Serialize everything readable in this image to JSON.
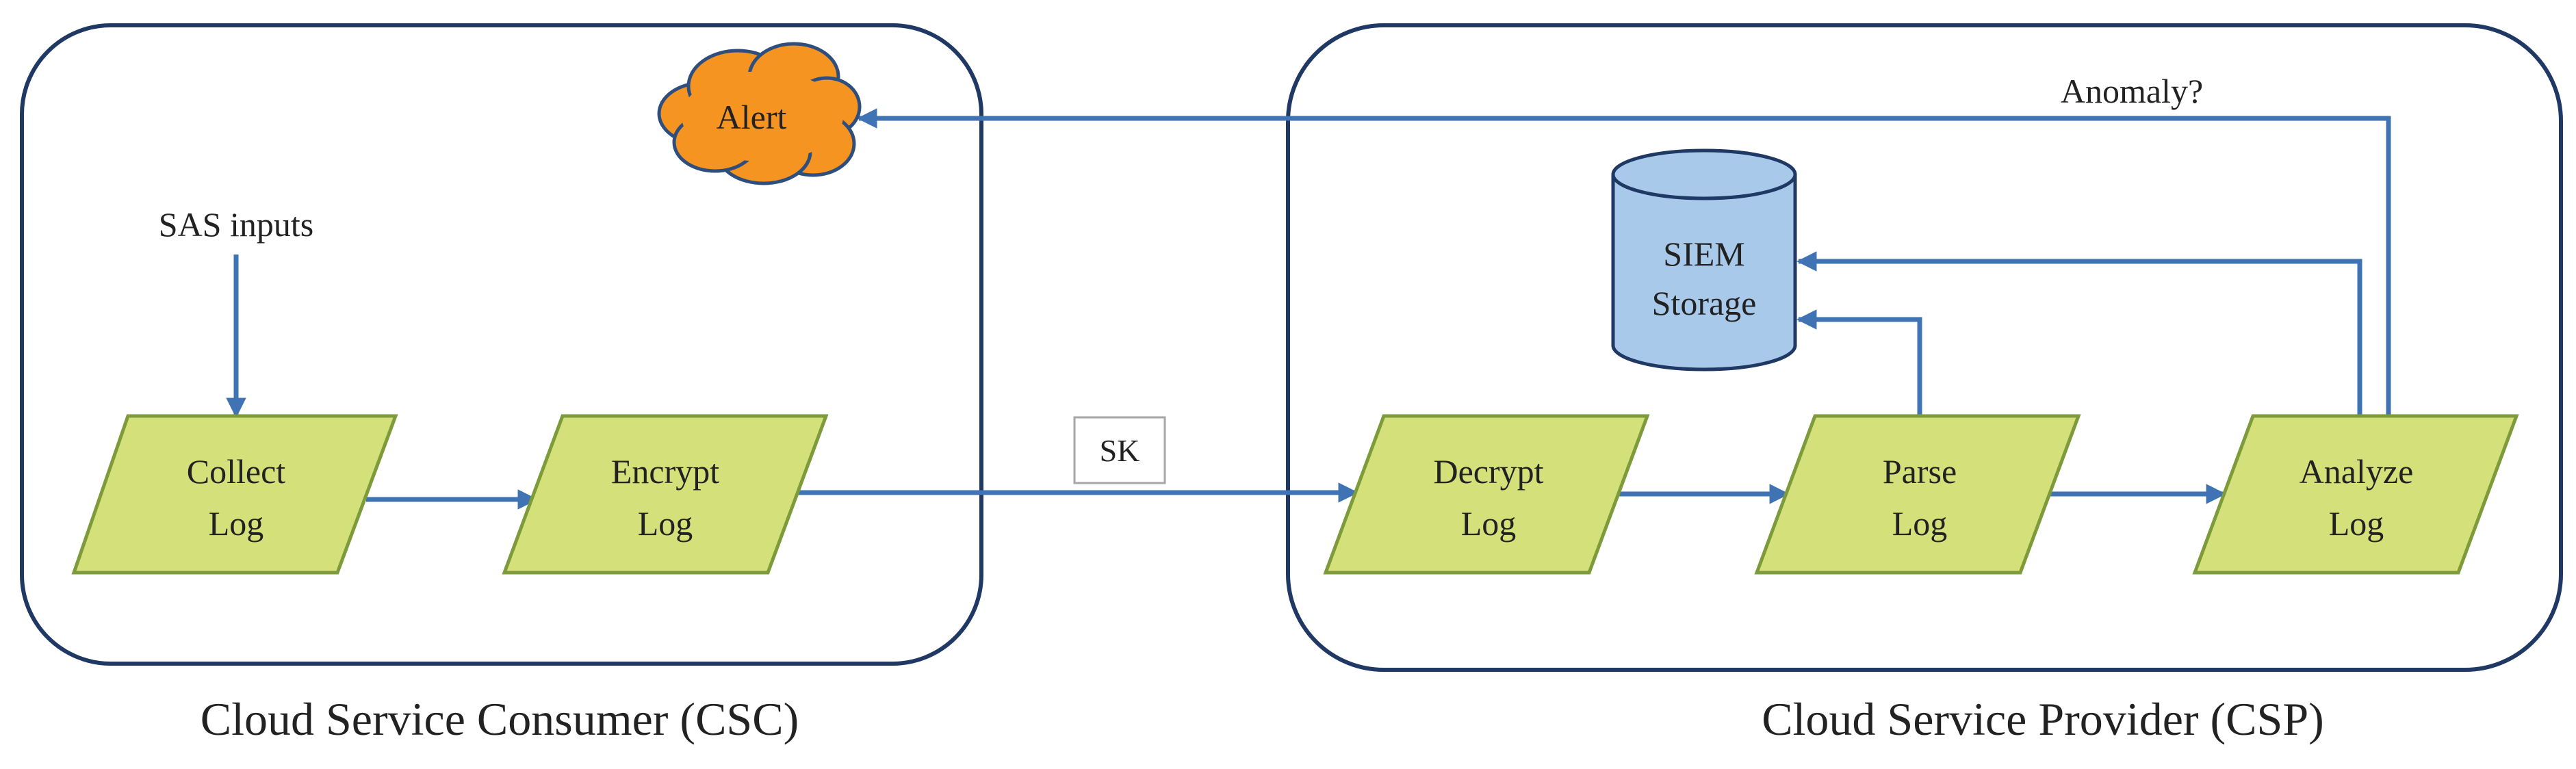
{
  "diagram": {
    "colors": {
      "container_border": "#1f3864",
      "process_fill": "#d4e17b",
      "process_border": "#7d9b3b",
      "storage_fill": "#a9c9ea",
      "storage_border": "#1f3864",
      "alert_fill": "#f59420",
      "alert_border": "#2e4f7e",
      "arrow": "#3f73b4",
      "text": "#222222"
    },
    "consumer": {
      "caption": "Cloud Service Consumer (CSC)",
      "sas_inputs": "SAS inputs",
      "alert": "Alert",
      "collect_log": {
        "line1": "Collect",
        "line2": "Log"
      },
      "encrypt_log": {
        "line1": "Encrypt",
        "line2": "Log"
      }
    },
    "channel": {
      "key_label": "SK"
    },
    "provider": {
      "caption": "Cloud Service Provider (CSP)",
      "siem_storage": {
        "line1": "SIEM",
        "line2": "Storage"
      },
      "decrypt_log": {
        "line1": "Decrypt",
        "line2": "Log"
      },
      "parse_log": {
        "line1": "Parse",
        "line2": "Log"
      },
      "analyze_log": {
        "line1": "Analyze",
        "line2": "Log"
      },
      "anomaly_label": "Anomaly?"
    }
  }
}
